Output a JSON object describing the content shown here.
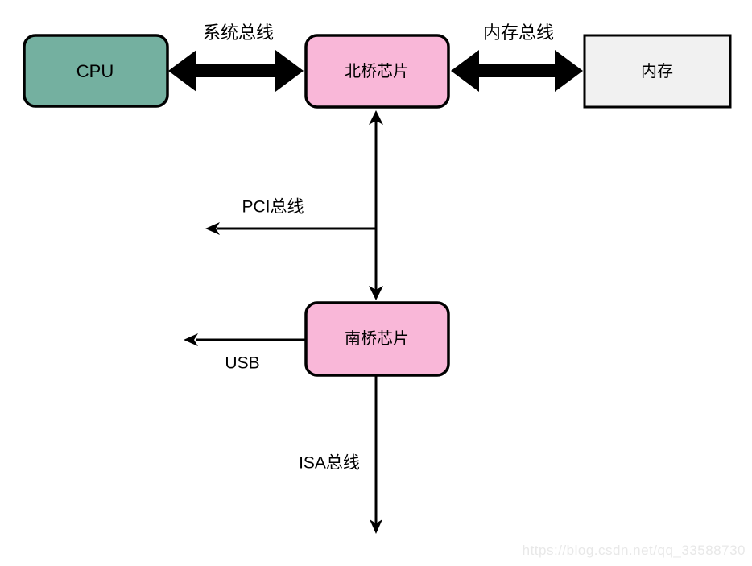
{
  "diagram": {
    "nodes": {
      "cpu": {
        "label": "CPU",
        "fill": "#74b0a0"
      },
      "northbridge": {
        "label": "北桥芯片",
        "fill": "#f9b7d8"
      },
      "memory": {
        "label": "内存",
        "fill": "#f1f1f1"
      },
      "southbridge": {
        "label": "南桥芯片",
        "fill": "#f9b7d8"
      }
    },
    "buses": {
      "system": {
        "label": "系统总线"
      },
      "memory": {
        "label": "内存总线"
      },
      "pci": {
        "label": "PCI总线"
      },
      "usb": {
        "label": "USB"
      },
      "isa": {
        "label": "ISA总线"
      }
    },
    "watermark": "https://blog.csdn.net/qq_33588730",
    "colors": {
      "line": "#000000",
      "background": "#ffffff",
      "watermark": "#e8e8e8"
    }
  }
}
